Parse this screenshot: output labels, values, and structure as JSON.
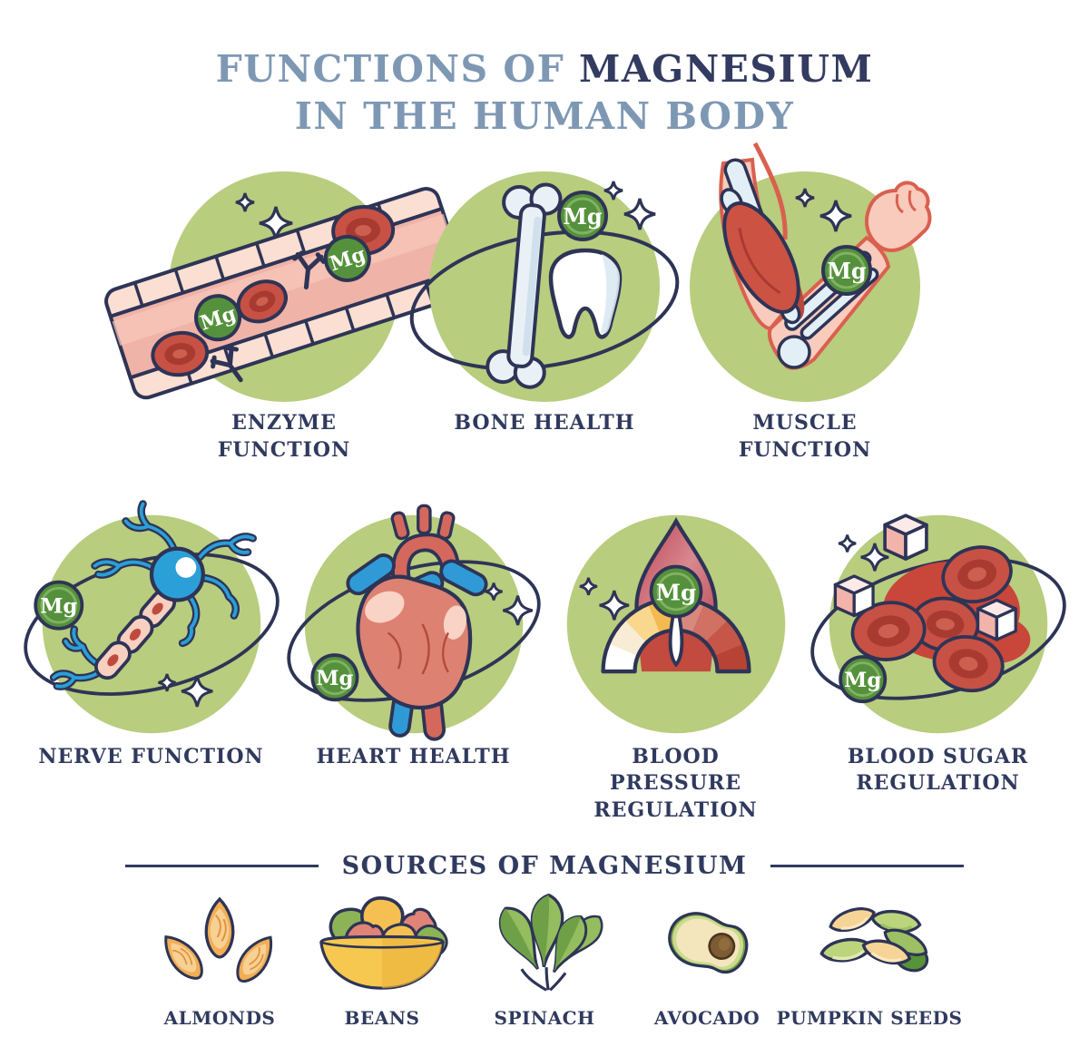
{
  "title": {
    "prefix": "FUNCTIONS OF ",
    "highlight": "MAGNESIUM",
    "line2": "IN THE HUMAN BODY"
  },
  "mg_badge_label": "Mg",
  "functions": [
    {
      "label": "ENZYME FUNCTION"
    },
    {
      "label": "BONE HEALTH"
    },
    {
      "label": "MUSCLE FUNCTION"
    },
    {
      "label": "NERVE FUNCTION"
    },
    {
      "label": "HEART HEALTH"
    },
    {
      "label": "BLOOD PRESSURE REGULATION"
    },
    {
      "label": "BLOOD SUGAR REGULATION"
    }
  ],
  "sources": {
    "heading": "SOURCES OF MAGNESIUM",
    "items": [
      {
        "label": "ALMONDS"
      },
      {
        "label": "BEANS"
      },
      {
        "label": "SPINACH"
      },
      {
        "label": "AVOCADO"
      },
      {
        "label": "PUMPKIN SEEDS"
      }
    ]
  },
  "colors": {
    "circle_green": "#b8cd7e",
    "badge_green": "#55913c",
    "outline_navy": "#2e3456",
    "text_navy": "#303a5e",
    "title_slate": "#7e98b4"
  }
}
